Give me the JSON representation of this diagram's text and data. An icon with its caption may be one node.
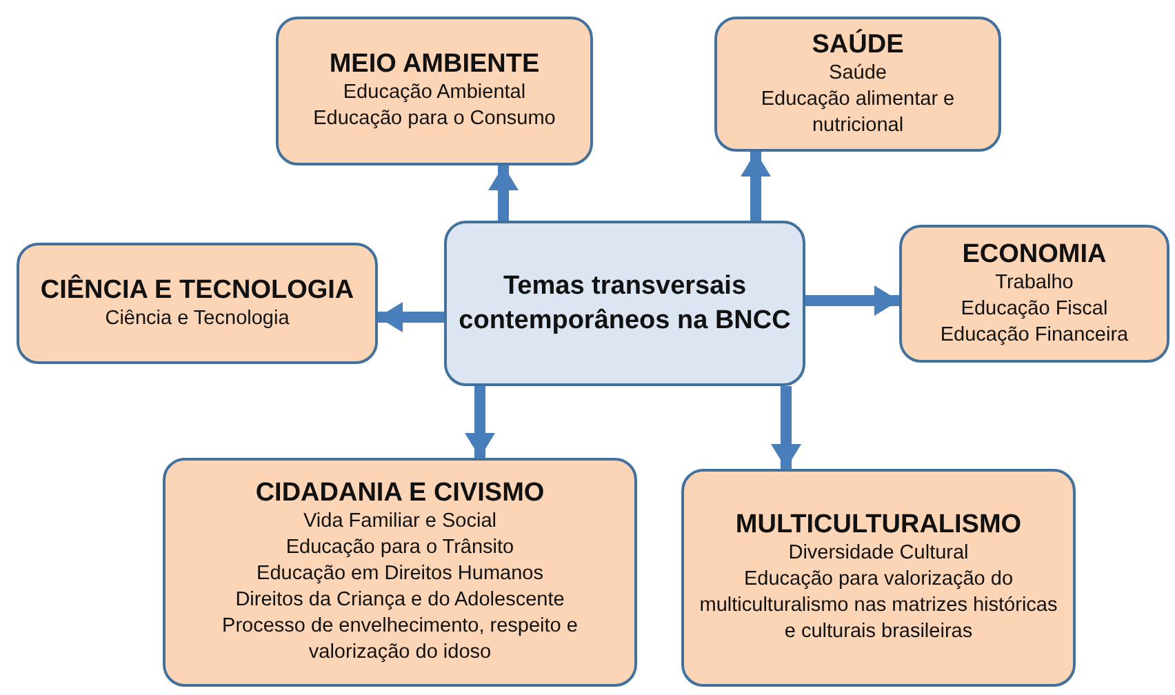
{
  "diagram": {
    "nodes": [
      {
        "text": [
          "Temas transversais contemporâneos na BNCC"
        ]
      },
      {
        "text": [
          "MEIO AMBIENTE",
          "Educação Ambiental",
          "Educação para o Consumo"
        ]
      },
      {
        "text": [
          "SAÚDE",
          "Saúde",
          "Educação alimentar e nutricional"
        ]
      },
      {
        "text": [
          "CIÊNCIA E TECNOLOGIA",
          "Ciência e Tecnologia"
        ]
      },
      {
        "text": [
          "ECONOMIA",
          "Trabalho",
          "Educação Fiscal",
          "Educação Financeira"
        ]
      },
      {
        "text": [
          "CIDADANIA E CIVISMO",
          "Vida Familiar e Social",
          "Educação para o Trânsito",
          "Educação em Direitos Humanos",
          "Direitos da Criança e do Adolescente",
          "Processo de envelhecimento, respeito e valorização do idoso"
        ]
      },
      {
        "text": [
          "MULTICULTURALISMO",
          "Diversidade Cultural",
          "Educação para valorização do multiculturalismo nas matrizes históricas e culturais brasileiras"
        ]
      }
    ],
    "edges": [
      {
        "from": 0,
        "to": 1,
        "arrow": "to"
      },
      {
        "from": 0,
        "to": 2,
        "arrow": "to"
      },
      {
        "from": 0,
        "to": 3,
        "arrow": "to"
      },
      {
        "from": 0,
        "to": 4,
        "arrow": "to"
      },
      {
        "from": 0,
        "to": 5,
        "arrow": "to"
      },
      {
        "from": 0,
        "to": 6,
        "arrow": "to"
      }
    ]
  }
}
